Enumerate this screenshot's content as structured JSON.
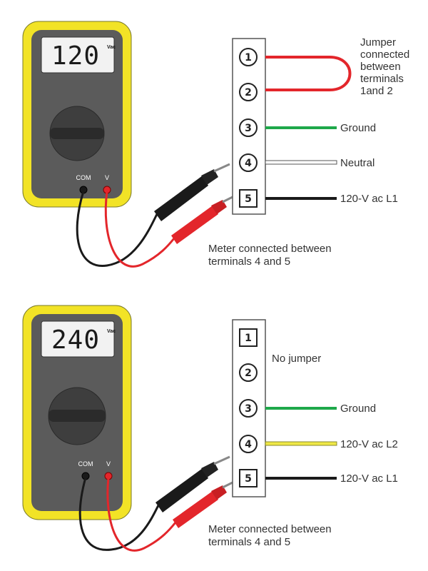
{
  "colors": {
    "meter_body": "#f2e326",
    "meter_face": "#5b5b5b",
    "probe_red": "#e3262b",
    "probe_black": "#1a1a1a",
    "ground_wire": "#1ea84a",
    "neutral_wire": "#ffffff",
    "l2_wire": "#efe845",
    "l1_wire": "#1a1a1a",
    "jumper": "#e3262b"
  },
  "top": {
    "meter": {
      "display": "120",
      "unit": "Vac",
      "com_label": "COM",
      "v_label": "V"
    },
    "terminals": [
      {
        "label": "1",
        "shape": "circle"
      },
      {
        "label": "2",
        "shape": "circle"
      },
      {
        "label": "3",
        "shape": "circle"
      },
      {
        "label": "4",
        "shape": "circle"
      },
      {
        "label": "5",
        "shape": "square"
      }
    ],
    "jumper_label": [
      "Jumper",
      "connected",
      "between",
      "terminals",
      "1and 2"
    ],
    "wires": {
      "ground": "Ground",
      "t4": "Neutral",
      "t5": "120-V ac L1"
    },
    "caption": [
      "Meter connected between",
      "terminals 4 and 5"
    ]
  },
  "bottom": {
    "meter": {
      "display": "240",
      "unit": "Vac",
      "com_label": "COM",
      "v_label": "V"
    },
    "terminals": [
      {
        "label": "1",
        "shape": "square"
      },
      {
        "label": "2",
        "shape": "circle"
      },
      {
        "label": "3",
        "shape": "circle"
      },
      {
        "label": "4",
        "shape": "circle"
      },
      {
        "label": "5",
        "shape": "square"
      }
    ],
    "no_jumper_label": "No jumper",
    "wires": {
      "ground": "Ground",
      "t4": "120-V ac L2",
      "t5": "120-V ac L1"
    },
    "caption": [
      "Meter connected between",
      "terminals 4 and 5"
    ]
  }
}
